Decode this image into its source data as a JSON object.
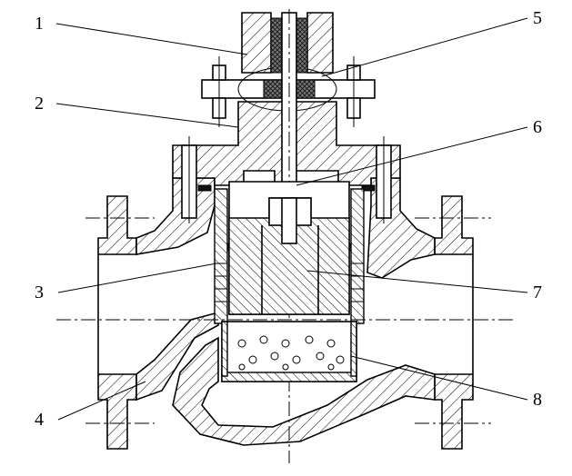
{
  "callouts": [
    "1",
    "2",
    "3",
    "4",
    "5",
    "6",
    "7",
    "8"
  ],
  "colors": {
    "line": "#000000",
    "background": "#ffffff",
    "seal": "#111111"
  }
}
